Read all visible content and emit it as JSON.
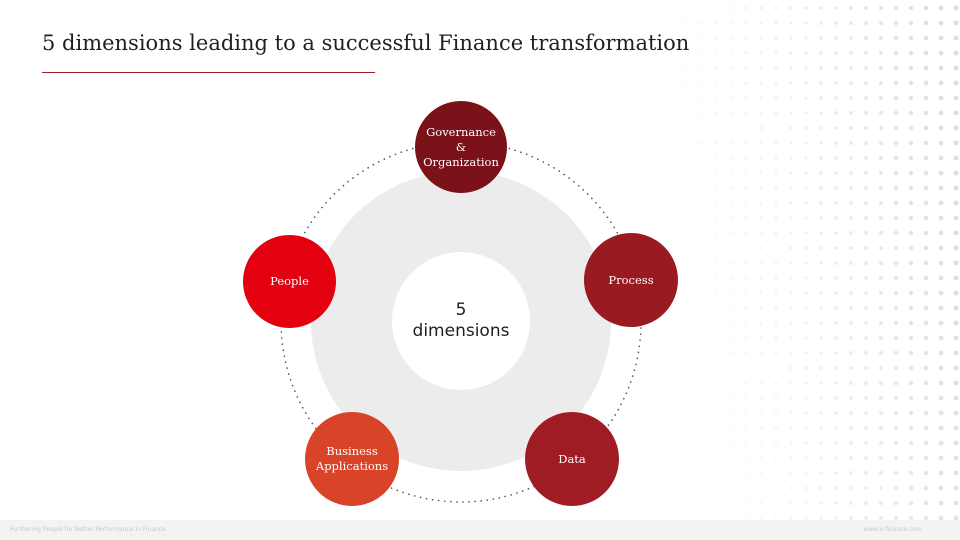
{
  "slide": {
    "title": "5 dimensions leading to a successful Finance transformation"
  },
  "diagram": {
    "hub_label": "5\ndimensions",
    "dimensions": [
      {
        "label": "Governance &\nOrganization",
        "color": "#7b1219"
      },
      {
        "label": "Process",
        "color": "#9a1a22"
      },
      {
        "label": "Data",
        "color": "#a01c24"
      },
      {
        "label": "Business\nApplications",
        "color": "#d94328"
      },
      {
        "label": "People",
        "color": "#e3000f"
      }
    ],
    "ring_color": "#ececec",
    "accent_color": "#a51c24"
  },
  "footer": {
    "left_text": "Furthering People for Better Performance in Finance",
    "right_text": "www.ir-finance.com"
  }
}
